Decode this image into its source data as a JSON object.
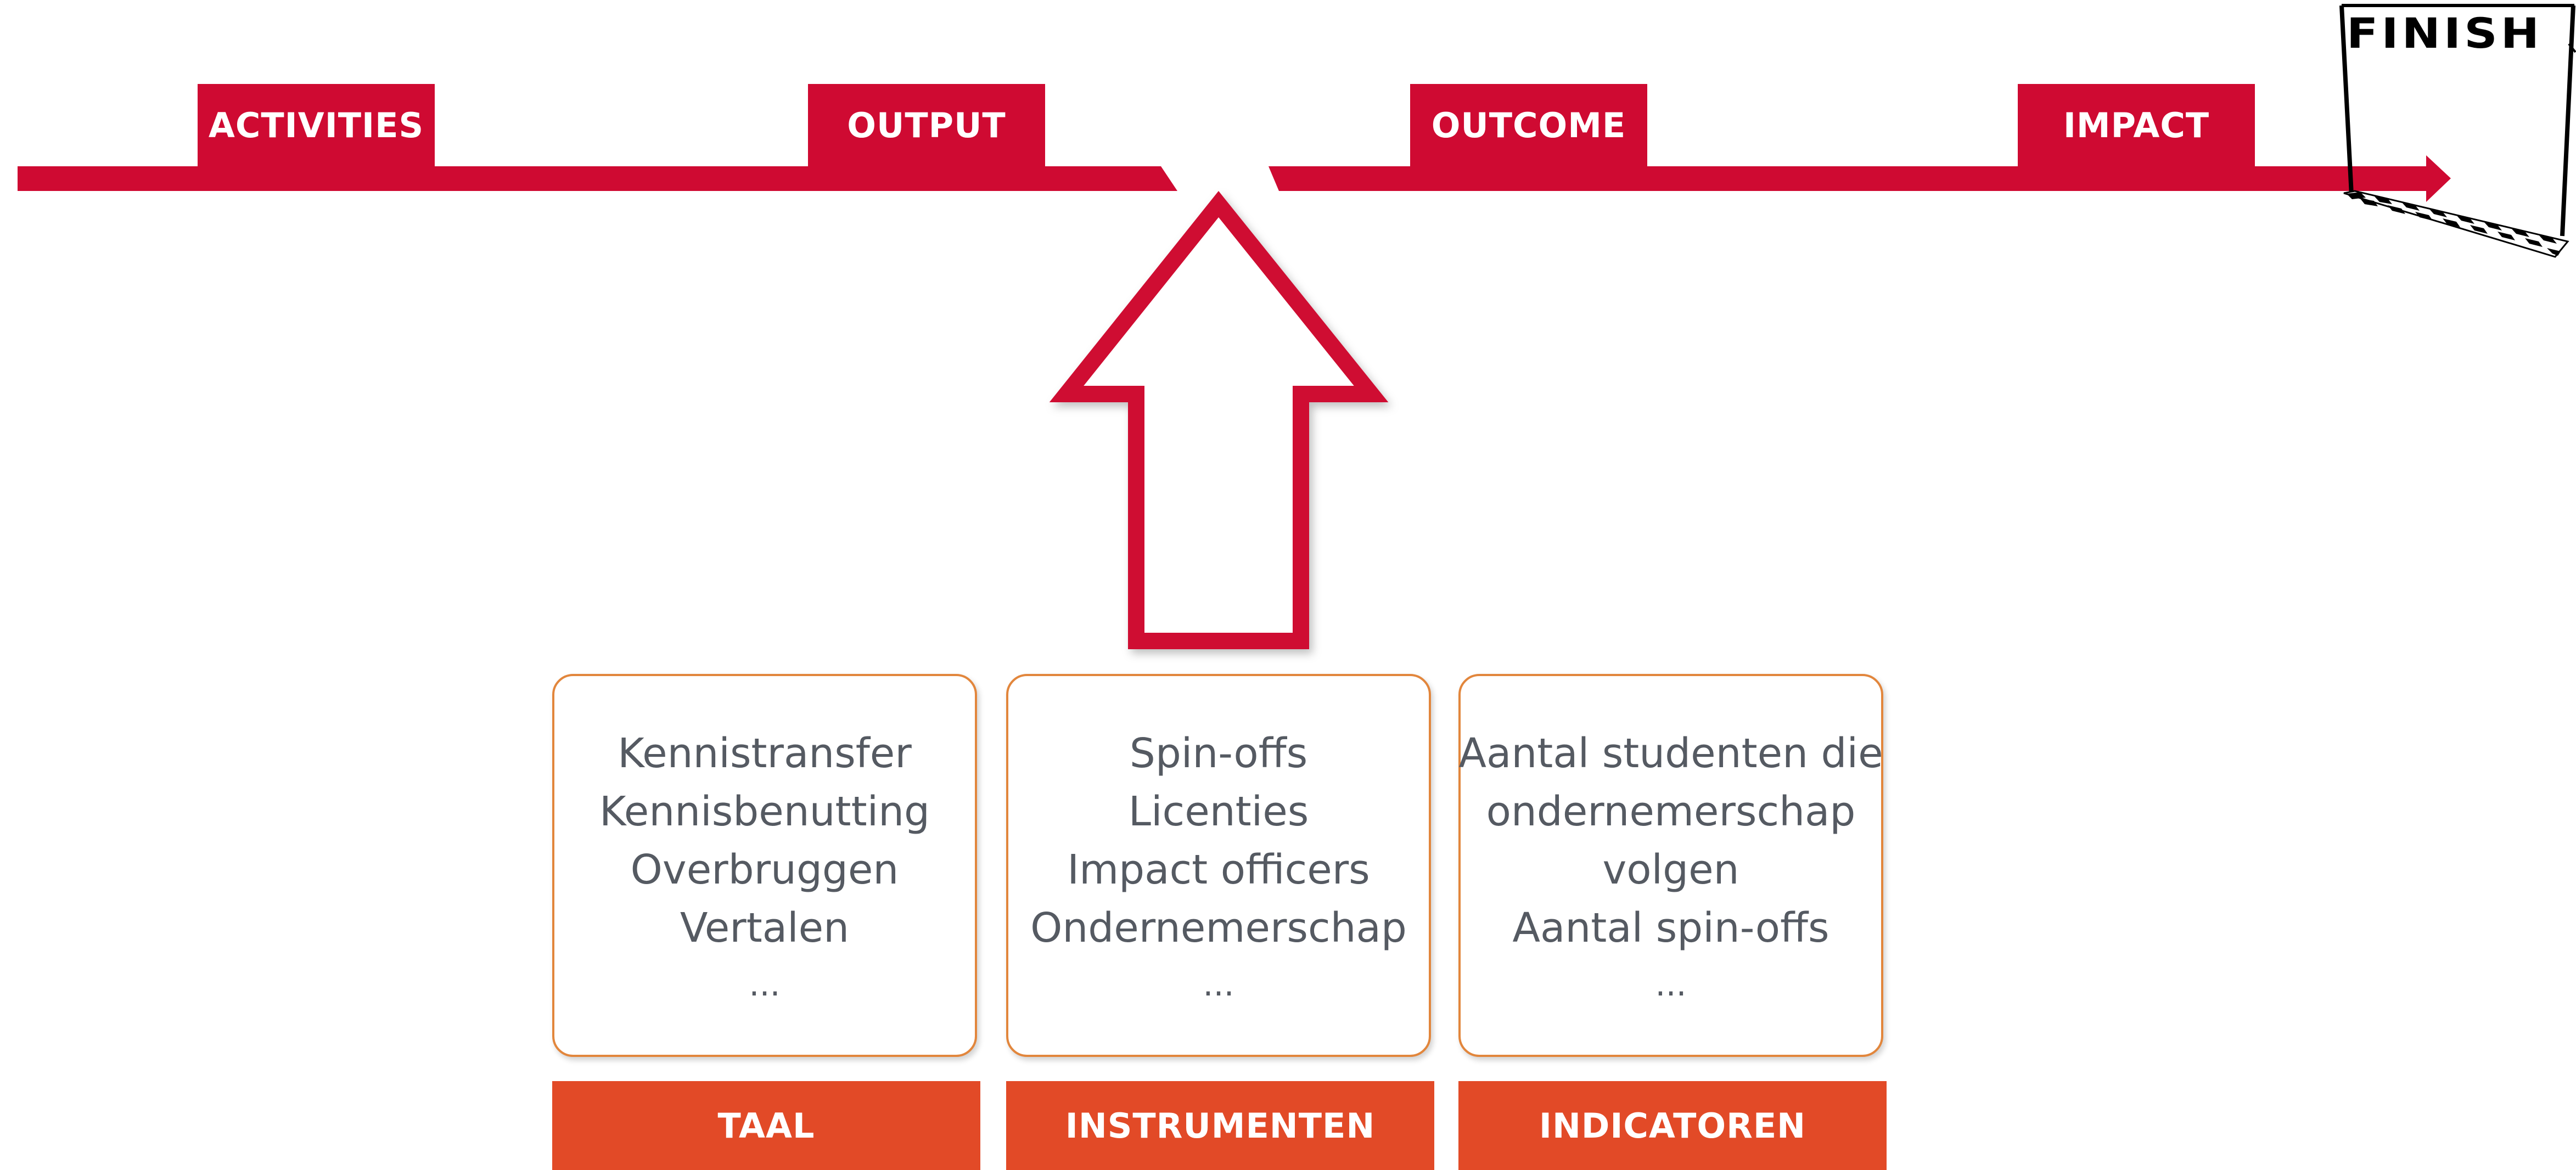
{
  "colors": {
    "red": "#cf0a32",
    "orange": "#e24a27",
    "text": "#555a62"
  },
  "timeline": {
    "stages": [
      "ACTIVITIES",
      "OUTPUT",
      "OUTCOME",
      "IMPACT"
    ],
    "finish": "FINISH"
  },
  "cards": [
    {
      "lines": [
        "Kennistransfer",
        "Kennisbenutting",
        "Overbruggen",
        "Vertalen"
      ],
      "more": "...",
      "footer": "TAAL"
    },
    {
      "lines": [
        "Spin-offs",
        "Licenties",
        "Impact officers",
        "Ondernemerschap"
      ],
      "more": "...",
      "footer": "INSTRUMENTEN"
    },
    {
      "lines": [
        "Aantal studenten die",
        "ondernemerschap",
        "volgen",
        "Aantal spin-offs"
      ],
      "more": "...",
      "footer": "INDICATOREN"
    }
  ]
}
